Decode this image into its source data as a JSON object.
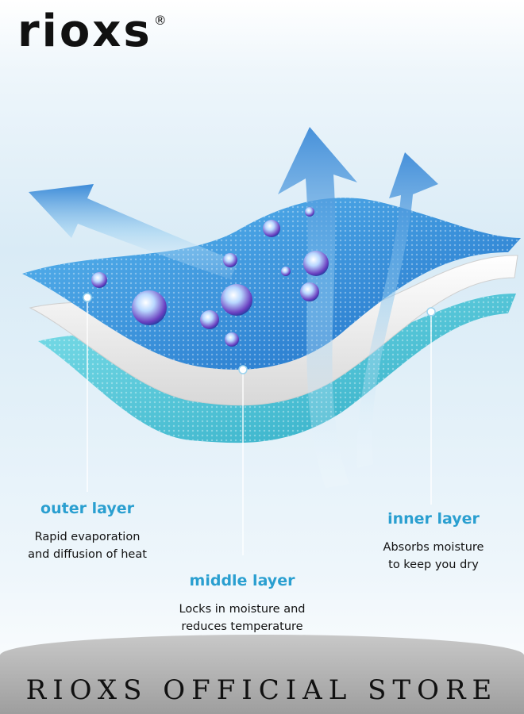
{
  "brand": {
    "name": "rioxs",
    "mark": "®"
  },
  "layers": {
    "outer": {
      "title": "outer layer",
      "desc1": "Rapid evaporation",
      "desc2": "and diffusion of heat"
    },
    "middle": {
      "title": "middle layer",
      "desc1": "Locks in moisture and",
      "desc2": "reduces temperature"
    },
    "inner": {
      "title": "inner layer",
      "desc1": "Absorbs moisture",
      "desc2": "to keep you dry"
    }
  },
  "footer": {
    "text": "RIOXS OFFICIAL STORE"
  },
  "colors": {
    "accent": "#2a9fd0",
    "outer_fabric": "#2f8fd8",
    "middle_fabric": "#f1f1f1",
    "inner_fabric": "#3cc3d3",
    "arrow": "#2a7fd4"
  },
  "icons": [
    "arrow-up-left-icon",
    "arrow-up-icon",
    "water-droplet-icon",
    "pointer-dot-icon"
  ]
}
